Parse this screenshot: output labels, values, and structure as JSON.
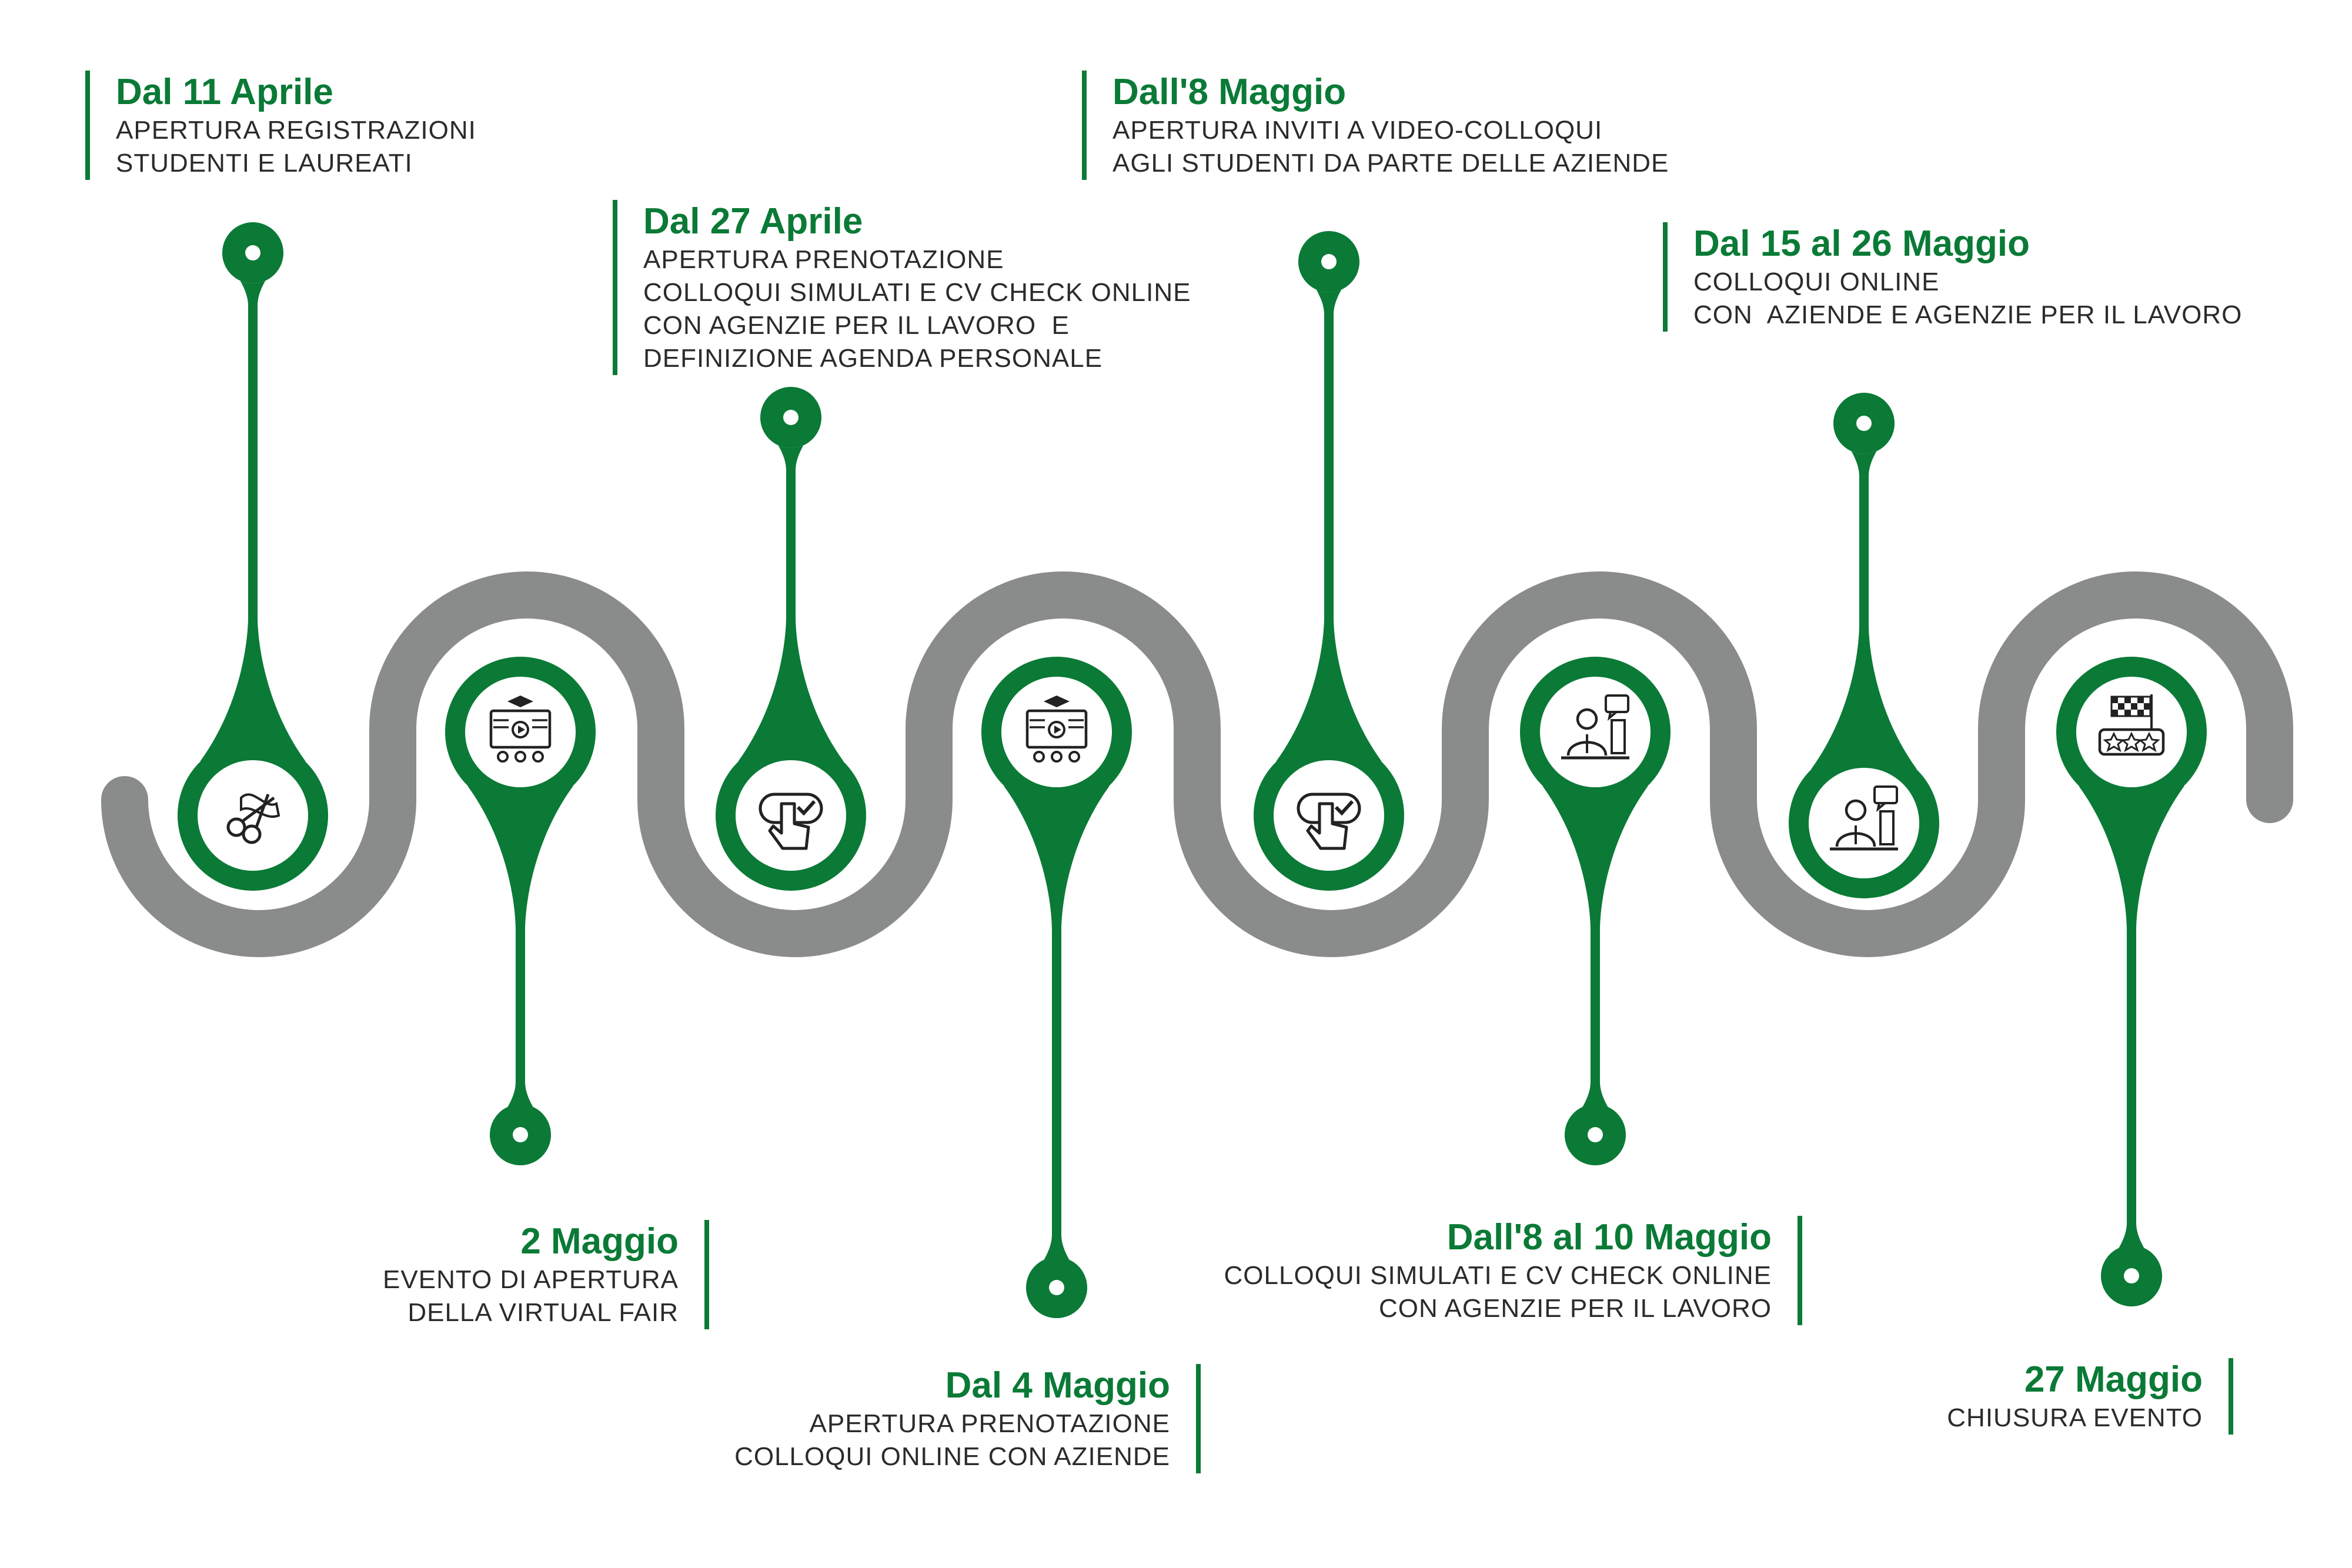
{
  "colors": {
    "accent": "#0a7a36",
    "road": "#8a8c8c",
    "text": "#2b2b2b",
    "background": "#ffffff"
  },
  "milestones": [
    {
      "date": "Dal 11 Aprile",
      "description": "APERTURA REGISTRAZIONI\nSTUDENTI E LAUREATI",
      "icon": "scissors-ribbon-cutting-icon"
    },
    {
      "date": "2 Maggio",
      "description": "EVENTO DI APERTURA\nDELLA VIRTUAL FAIR",
      "icon": "online-lecture-presentation-icon"
    },
    {
      "date": "Dal 27 Aprile",
      "description": "APERTURA PRENOTAZIONE\nCOLLOQUI SIMULATI E CV CHECK ONLINE\nCON AGENZIE PER IL LAVORO  E\nDEFINIZIONE AGENDA PERSONALE",
      "icon": "hand-click-check-icon"
    },
    {
      "date": "Dal 4 Maggio",
      "description": "APERTURA PRENOTAZIONE\nCOLLOQUI ONLINE CON AZIENDE",
      "icon": "online-lecture-presentation-icon"
    },
    {
      "date": "Dall'8 Maggio",
      "description": "APERTURA INVITI A VIDEO-COLLOQUI\nAGLI STUDENTI DA PARTE DELLE AZIENDE",
      "icon": "hand-click-check-icon"
    },
    {
      "date": "Dall'8 al 10 Maggio",
      "description": "COLLOQUI SIMULATI E CV CHECK ONLINE\nCON AGENZIE PER IL LAVORO",
      "icon": "video-call-person-icon"
    },
    {
      "date": "Dal 15 al 26 Maggio",
      "description": "COLLOQUI ONLINE\nCON  AZIENDE E AGENZIE PER IL LAVORO",
      "icon": "video-call-person-icon"
    },
    {
      "date": "27 Maggio",
      "description": "CHIUSURA EVENTO",
      "icon": "finish-flag-rating-icon"
    }
  ]
}
